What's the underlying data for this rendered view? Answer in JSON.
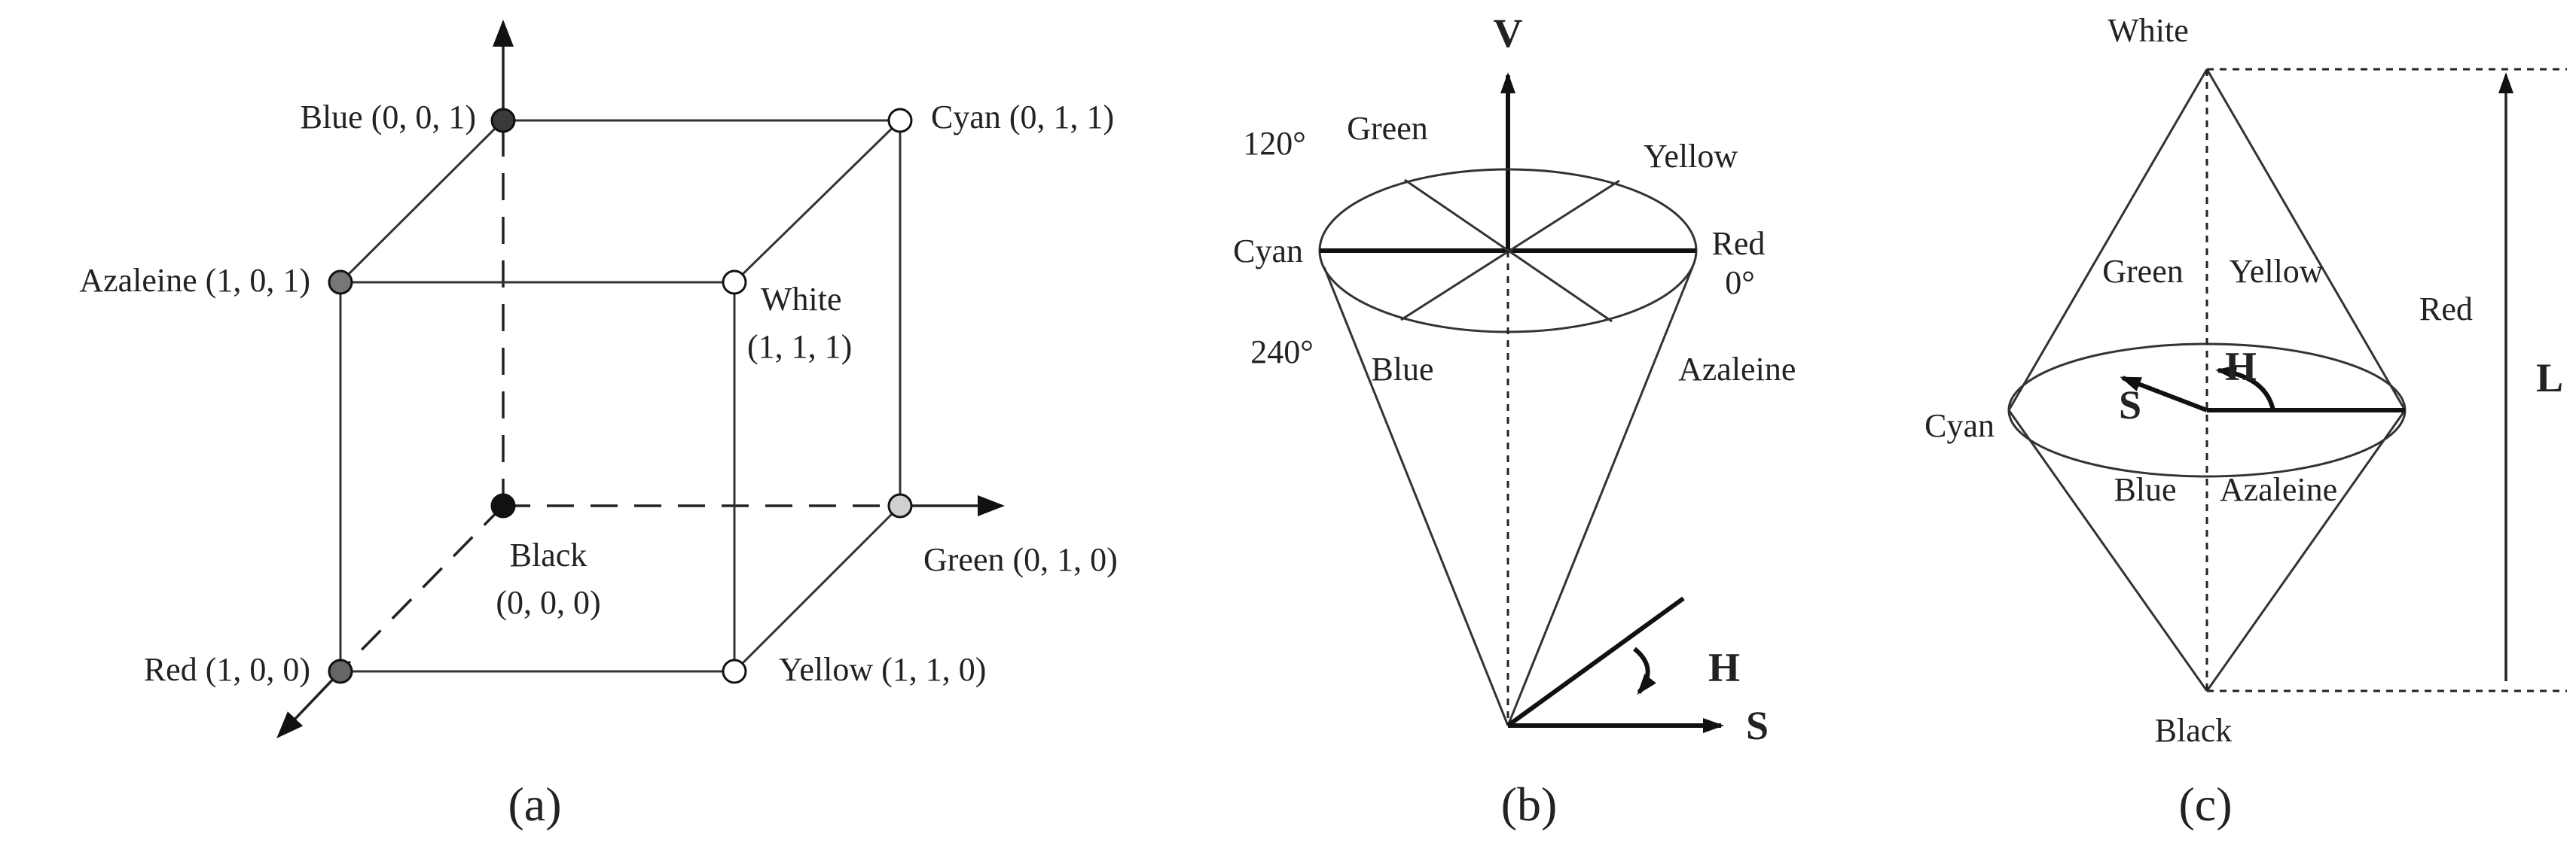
{
  "panel_a": {
    "caption": "(a)",
    "vertices": {
      "blue": "Blue (0, 0, 1)",
      "cyan": "Cyan (0, 1, 1)",
      "azaleine": "Azaleine (1, 0, 1)",
      "white_name": "White",
      "white_coords": "(1, 1, 1)",
      "black_name": "Black",
      "black_coords": "(0, 0, 0)",
      "green": "Green (0, 1, 0)",
      "red": "Red (1, 0, 0)",
      "yellow": "Yellow (1, 1, 0)"
    },
    "vertex_fills": {
      "black": "#111111",
      "blue": "#3a3a3a",
      "red": "#666666",
      "azaleine": "#777777",
      "green": "#d0d0d0",
      "cyan": "#ffffff",
      "white": "#ffffff",
      "yellow": "#ffffff"
    }
  },
  "panel_b": {
    "caption": "(b)",
    "axis_v": "V",
    "axis_h": "H",
    "axis_s": "S",
    "deg_120": "120°",
    "deg_240": "240°",
    "deg_0": "0°",
    "green": "Green",
    "yellow": "Yellow",
    "cyan": "Cyan",
    "red": "Red",
    "blue": "Blue",
    "azaleine": "Azaleine"
  },
  "panel_c": {
    "caption": "(c)",
    "white": "White",
    "black": "Black",
    "green": "Green",
    "yellow": "Yellow",
    "red": "Red",
    "cyan": "Cyan",
    "blue": "Blue",
    "azaleine": "Azaleine",
    "axis_h": "H",
    "axis_s": "S",
    "axis_l": "L"
  }
}
